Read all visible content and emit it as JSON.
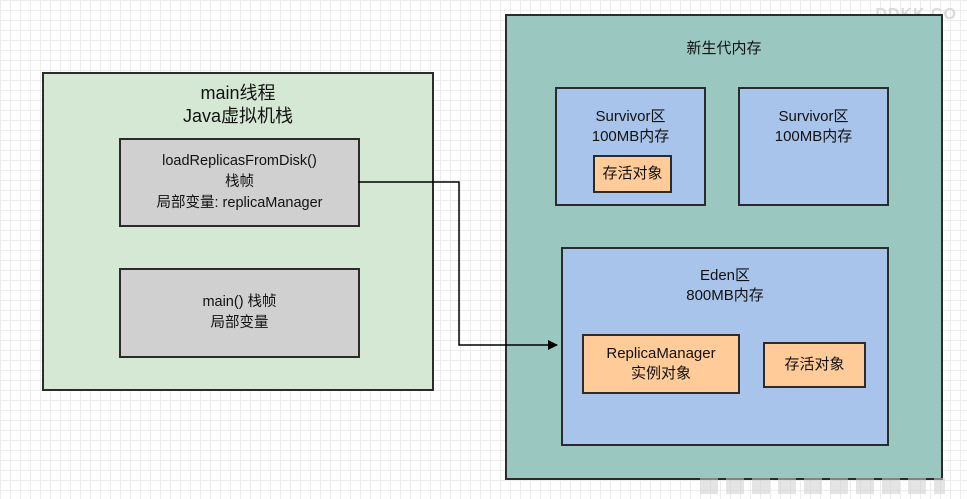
{
  "watermark": "DDKK.CO",
  "stack": {
    "title_line1": "main线程",
    "title_line2": "Java虚拟机栈",
    "frame1": {
      "line1": "loadReplicasFromDisk()",
      "line2": "栈帧",
      "line3": "局部变量: replicaManager"
    },
    "frame2": {
      "line1": "main() 栈帧",
      "line2": "局部变量"
    }
  },
  "heap": {
    "title": "新生代内存",
    "survivor1": {
      "line1": "Survivor区",
      "line2": "100MB内存",
      "object": "存活对象"
    },
    "survivor2": {
      "line1": "Survivor区",
      "line2": "100MB内存"
    },
    "eden": {
      "line1": "Eden区",
      "line2": "800MB内存",
      "replica_line1": "ReplicaManager",
      "replica_line2": "实例对象",
      "object": "存活对象"
    }
  },
  "colors": {
    "stack_bg": "#d5e8d4",
    "frame_bg": "#d0d0d0",
    "heap_bg": "#9ac7c0",
    "region_bg": "#a9c4eb",
    "object_bg": "#ffcc99"
  }
}
